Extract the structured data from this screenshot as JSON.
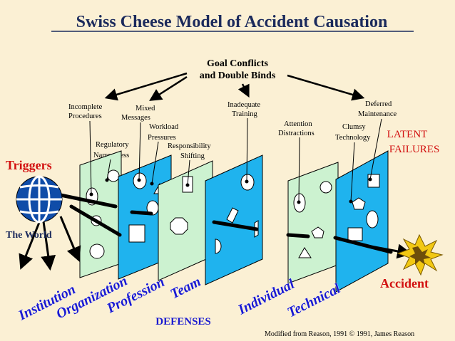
{
  "title": "Swiss Cheese Model of Accident Causation",
  "goal_conflicts": [
    "Goal Conflicts",
    "and Double Binds"
  ],
  "factors": {
    "incomplete_procedures": [
      "Incomplete",
      "Procedures"
    ],
    "mixed_messages": [
      "Mixed",
      "Messages"
    ],
    "workload_pressures": [
      "Workload",
      "Pressures"
    ],
    "regulatory_narrowness": [
      "Regulatory",
      "Narrowness"
    ],
    "responsibility_shifting": [
      "Responsibility",
      "Shifting"
    ],
    "inadequate_training": [
      "Inadequate",
      "Training"
    ],
    "attention_distractions": [
      "Attention",
      "Distractions"
    ],
    "clumsy_technology": [
      "Clumsy",
      "Technology"
    ],
    "deferred_maintenance": [
      "Deferred",
      "Maintenance"
    ]
  },
  "latent_failures": [
    "LATENT",
    "FAILURES"
  ],
  "triggers": "Triggers",
  "the_world": "The World",
  "accident": "Accident",
  "defenses": "DEFENSES",
  "layers": [
    "Institution",
    "Organization",
    "Profession",
    "Team",
    "Individual",
    "Technical"
  ],
  "source": "Modified from Reason, 1991 © 1991, James Reason",
  "colors": {
    "background": "#fbf0d4",
    "title": "#1b2a5c",
    "red_text": "#d21010",
    "blue_text": "#1a1ad0",
    "green_panel": "#ccf2d0",
    "blue_panel": "#1fb3ee",
    "globe": "#0f4ca8",
    "explosion": "#f2c813"
  }
}
